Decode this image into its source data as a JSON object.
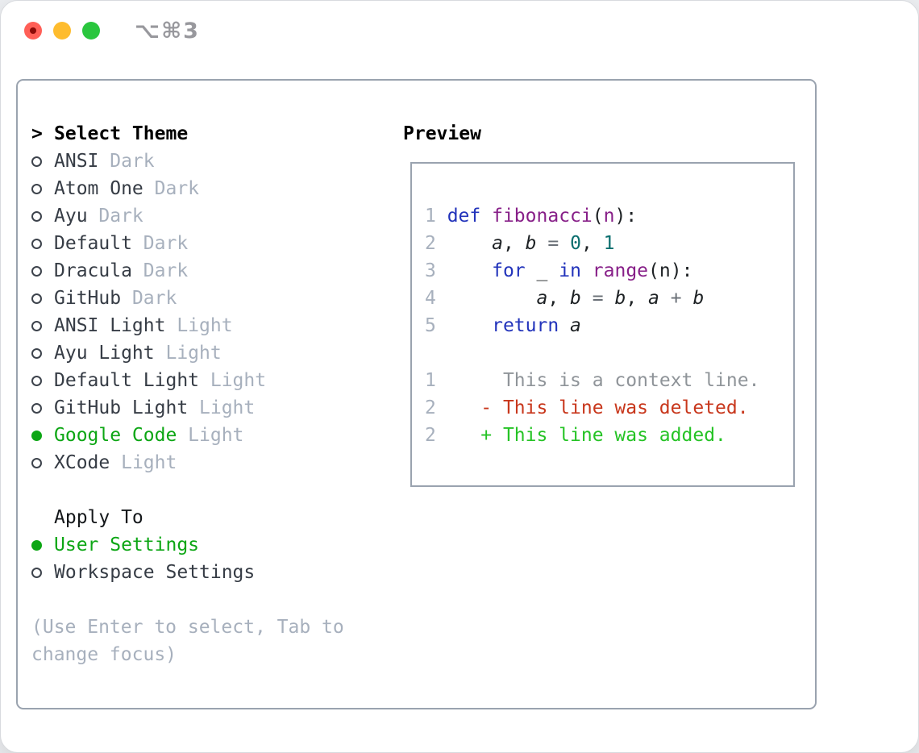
{
  "window": {
    "title": "⌥⌘3"
  },
  "theme_selector": {
    "header_prefix": ">",
    "header": "Select Theme",
    "options": [
      {
        "name": "ANSI",
        "variant": "Dark",
        "selected": false
      },
      {
        "name": "Atom One",
        "variant": "Dark",
        "selected": false
      },
      {
        "name": "Ayu",
        "variant": "Dark",
        "selected": false
      },
      {
        "name": "Default",
        "variant": "Dark",
        "selected": false
      },
      {
        "name": "Dracula",
        "variant": "Dark",
        "selected": false
      },
      {
        "name": "GitHub",
        "variant": "Dark",
        "selected": false
      },
      {
        "name": "ANSI Light",
        "variant": "Light",
        "selected": false
      },
      {
        "name": "Ayu Light",
        "variant": "Light",
        "selected": false
      },
      {
        "name": "Default Light",
        "variant": "Light",
        "selected": false
      },
      {
        "name": "GitHub Light",
        "variant": "Light",
        "selected": false
      },
      {
        "name": "Google Code",
        "variant": "Light",
        "selected": true
      },
      {
        "name": "XCode",
        "variant": "Light",
        "selected": false
      }
    ]
  },
  "apply_to": {
    "header": "Apply To",
    "options": [
      {
        "name": "User Settings",
        "selected": true
      },
      {
        "name": "Workspace Settings",
        "selected": false
      }
    ]
  },
  "help_lines": [
    "(Use Enter to select, Tab to",
    "change focus)"
  ],
  "preview": {
    "header": "Preview",
    "code_lines": [
      [
        {
          "text": "1 ",
          "type": "ln"
        },
        {
          "text": "def",
          "type": "kw"
        },
        {
          "text": " ",
          "type": "pun"
        },
        {
          "text": "fibonacci",
          "type": "fn"
        },
        {
          "text": "(",
          "type": "pun"
        },
        {
          "text": "n",
          "type": "fn"
        },
        {
          "text": "):",
          "type": "pun"
        }
      ],
      [
        {
          "text": "2 ",
          "type": "ln"
        },
        {
          "text": "    ",
          "type": "pun"
        },
        {
          "text": "a",
          "type": "var"
        },
        {
          "text": ", ",
          "type": "pun"
        },
        {
          "text": "b",
          "type": "var"
        },
        {
          "text": " ",
          "type": "pun"
        },
        {
          "text": "=",
          "type": "op"
        },
        {
          "text": " ",
          "type": "pun"
        },
        {
          "text": "0",
          "type": "num"
        },
        {
          "text": ", ",
          "type": "pun"
        },
        {
          "text": "1",
          "type": "num"
        }
      ],
      [
        {
          "text": "3 ",
          "type": "ln"
        },
        {
          "text": "    ",
          "type": "pun"
        },
        {
          "text": "for",
          "type": "kw"
        },
        {
          "text": " ",
          "type": "pun"
        },
        {
          "text": "_",
          "type": "pun"
        },
        {
          "text": " ",
          "type": "pun"
        },
        {
          "text": "in",
          "type": "kw"
        },
        {
          "text": " ",
          "type": "pun"
        },
        {
          "text": "range",
          "type": "fn"
        },
        {
          "text": "(n):",
          "type": "pun"
        }
      ],
      [
        {
          "text": "4 ",
          "type": "ln"
        },
        {
          "text": "        ",
          "type": "pun"
        },
        {
          "text": "a",
          "type": "var"
        },
        {
          "text": ", ",
          "type": "pun"
        },
        {
          "text": "b",
          "type": "var"
        },
        {
          "text": " ",
          "type": "pun"
        },
        {
          "text": "=",
          "type": "op"
        },
        {
          "text": " ",
          "type": "pun"
        },
        {
          "text": "b",
          "type": "var"
        },
        {
          "text": ", ",
          "type": "pun"
        },
        {
          "text": "a",
          "type": "var"
        },
        {
          "text": " ",
          "type": "pun"
        },
        {
          "text": "+",
          "type": "op"
        },
        {
          "text": " ",
          "type": "pun"
        },
        {
          "text": "b",
          "type": "var"
        }
      ],
      [
        {
          "text": "5 ",
          "type": "ln"
        },
        {
          "text": "    ",
          "type": "pun"
        },
        {
          "text": "return",
          "type": "kw"
        },
        {
          "text": " ",
          "type": "pun"
        },
        {
          "text": "a",
          "type": "var"
        }
      ],
      [],
      [
        {
          "text": "1",
          "type": "ln"
        },
        {
          "text": "      ",
          "type": "pun"
        },
        {
          "text": "This is a context line.",
          "type": "ctx"
        }
      ],
      [
        {
          "text": "2",
          "type": "ln"
        },
        {
          "text": "    ",
          "type": "pun"
        },
        {
          "text": "- This line was deleted.",
          "type": "del"
        }
      ],
      [
        {
          "text": "2",
          "type": "ln"
        },
        {
          "text": "    ",
          "type": "pun"
        },
        {
          "text": "+ This line was added.",
          "type": "add"
        }
      ]
    ]
  },
  "colors": {
    "accent_green": "#0ca614",
    "list_text": "#363c45",
    "muted": "#a7b0bd",
    "panel_border": "#9aa3af",
    "title_gray": "#98989d",
    "traffic_red": "#ff5f57",
    "traffic_yellow": "#febc2e",
    "traffic_green": "#2ac63e",
    "code": {
      "line_number": "#a7b0bd",
      "keyword": "#2233bb",
      "function": "#871f88",
      "number": "#0a6e6e",
      "variable": "#1d2124",
      "operator": "#6a7077",
      "punctuation": "#1d2124",
      "context": "#8f9499",
      "deleted": "#c8371c",
      "added": "#25c325"
    }
  }
}
